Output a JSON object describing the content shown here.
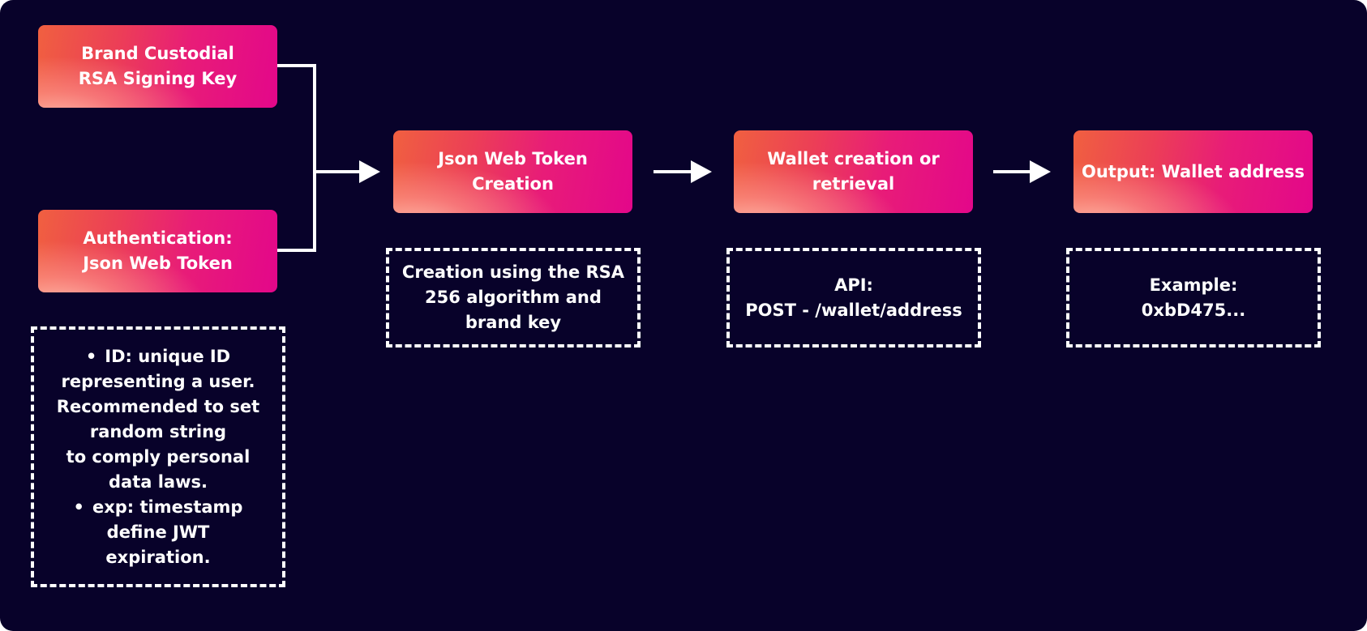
{
  "diagram": {
    "inputs": [
      {
        "id": "signing-key",
        "lines": [
          "Brand Custodial",
          "RSA Signing Key"
        ]
      },
      {
        "id": "auth-jwt",
        "lines": [
          "Authentication:",
          "Json Web Token"
        ]
      }
    ],
    "steps": [
      {
        "id": "jwt-creation",
        "lines": [
          "Json Web Token",
          "Creation"
        ]
      },
      {
        "id": "wallet",
        "lines": [
          "Wallet creation or",
          "retrieval"
        ]
      },
      {
        "id": "output",
        "lines": [
          "Output: Wallet address"
        ]
      }
    ],
    "notes": {
      "auth_fields": {
        "bullet1": [
          "ID: unique ID",
          "representing a user.",
          "Recommended to set",
          "random string",
          "to comply personal",
          "data laws."
        ],
        "bullet2": [
          "exp: timestamp",
          "define JWT",
          "expiration."
        ],
        "bullet_glyph": "•"
      },
      "jwt_creation": [
        "Creation using the RSA",
        "256 algorithm and",
        "brand key"
      ],
      "wallet": [
        "API:",
        "POST - /wallet/address"
      ],
      "output": [
        "Example:",
        "0xbD475..."
      ]
    },
    "colors": {
      "background": "#08022a",
      "node_start": "#f06040",
      "node_end": "#e3078a",
      "line": "#ffffff"
    }
  }
}
